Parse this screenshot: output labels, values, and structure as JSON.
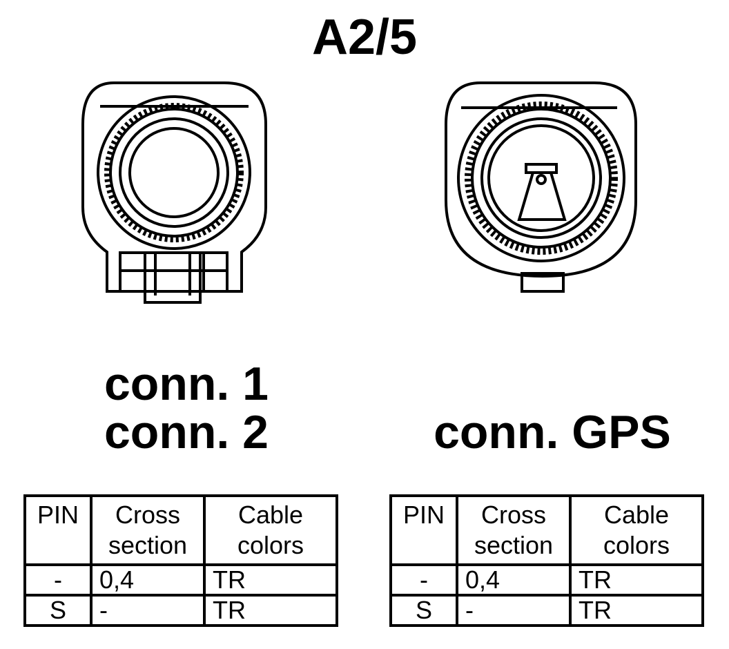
{
  "title": "A2/5",
  "connectors": {
    "left": {
      "label_line1": "conn. 1",
      "label_line2": "conn. 2"
    },
    "right": {
      "label": "conn. GPS"
    }
  },
  "tables": {
    "left": {
      "headers": {
        "pin": "PIN",
        "cross_line1": "Cross",
        "cross_line2": "section",
        "cable_line1": "Cable",
        "cable_line2": "colors"
      },
      "rows": [
        {
          "pin": "-",
          "cross": "0,4",
          "color": "TR"
        },
        {
          "pin": "S",
          "cross": "-",
          "color": "TR"
        }
      ]
    },
    "right": {
      "headers": {
        "pin": "PIN",
        "cross_line1": "Cross",
        "cross_line2": "section",
        "cable_line1": "Cable",
        "cable_line2": "colors"
      },
      "rows": [
        {
          "pin": "-",
          "cross": "0,4",
          "color": "TR"
        },
        {
          "pin": "S",
          "cross": "-",
          "color": "TR"
        }
      ]
    }
  }
}
